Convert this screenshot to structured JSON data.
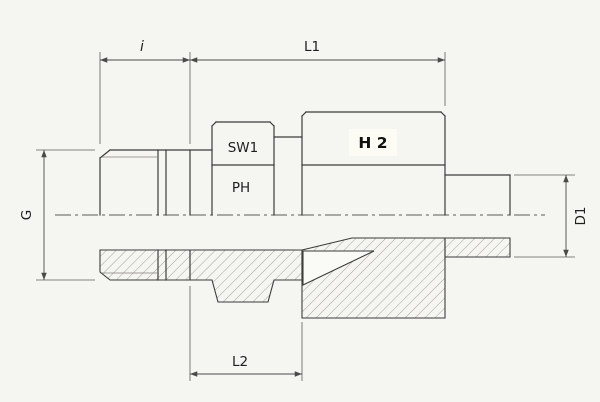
{
  "colors": {
    "background": "#f5f5f2",
    "line": "#3c3c3c",
    "dimension_line": "#4a4a4a",
    "hatch": "#8f8b80",
    "h2_highlight": "#fcfcf5",
    "text": "#1f1f1f"
  },
  "dimensions": {
    "i": "i",
    "L1": "L1",
    "G": "G",
    "D1": "D1",
    "L2": "L2"
  },
  "part_labels": {
    "SW1": "SW1",
    "PH": "PH",
    "H2": "H 2"
  }
}
